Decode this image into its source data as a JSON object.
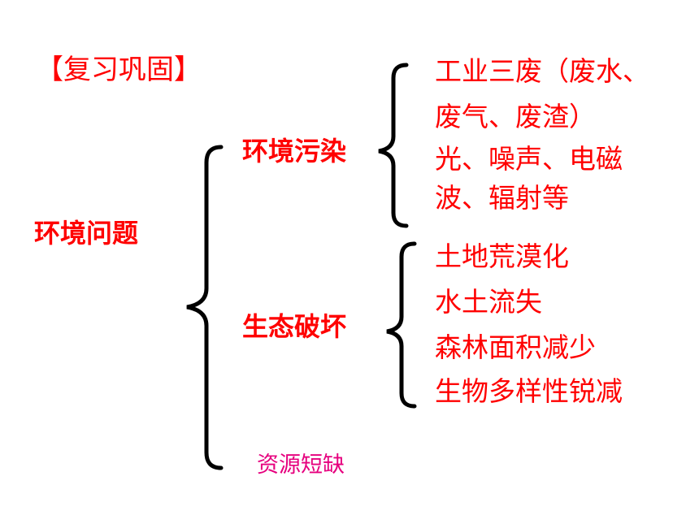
{
  "title": "【复习巩固】",
  "root": "环境问题",
  "branches": [
    {
      "label": "环境污染",
      "items": [
        "工业三废（废水、",
        "废气、废渣）",
        "光、噪声、电磁",
        "波、辐射等"
      ]
    },
    {
      "label": "生态破坏",
      "items": [
        "土地荒漠化",
        "水土流失",
        "森林面积减少",
        "生物多样性锐减"
      ]
    }
  ],
  "resources": "资源短缺",
  "colors": {
    "main": "#ff0000",
    "resources": "#e6007e",
    "bracket": "#000000"
  }
}
